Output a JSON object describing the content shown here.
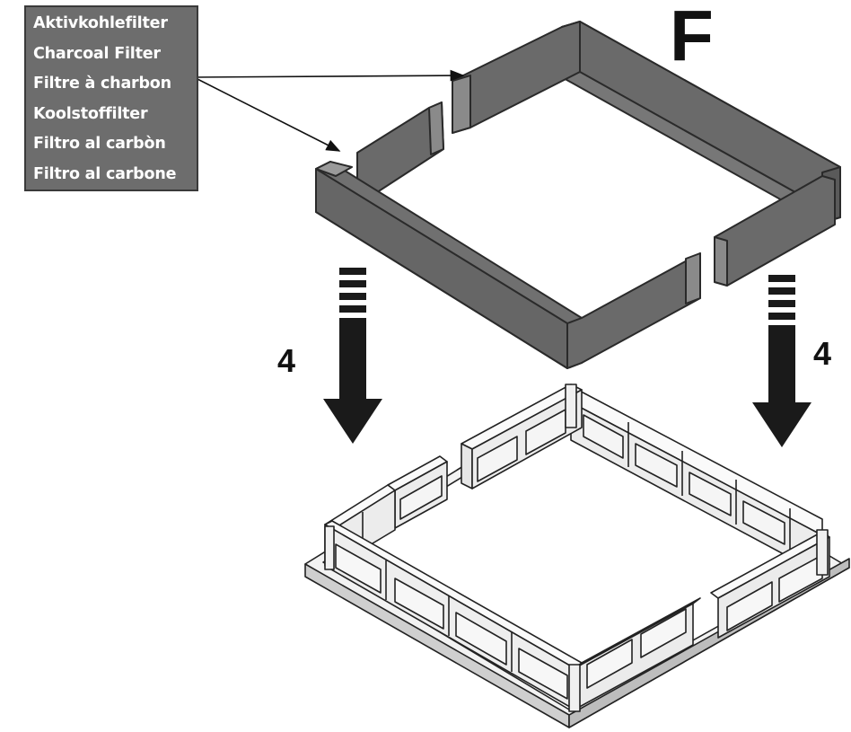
{
  "callout": {
    "lines": [
      "Aktivkohlefilter",
      "Charcoal Filter",
      "Filtre à charbon",
      "Koolstoffilter",
      "Filtro al carbòn",
      "Filtro al carbone"
    ]
  },
  "part_letter": "F",
  "steps": {
    "left": "4",
    "right": "4"
  },
  "colors": {
    "callout_bg": "#6d6d6d",
    "filter_fill": "#6a6a6a",
    "arrow": "#1a1a1a",
    "frame_line": "#222222"
  }
}
